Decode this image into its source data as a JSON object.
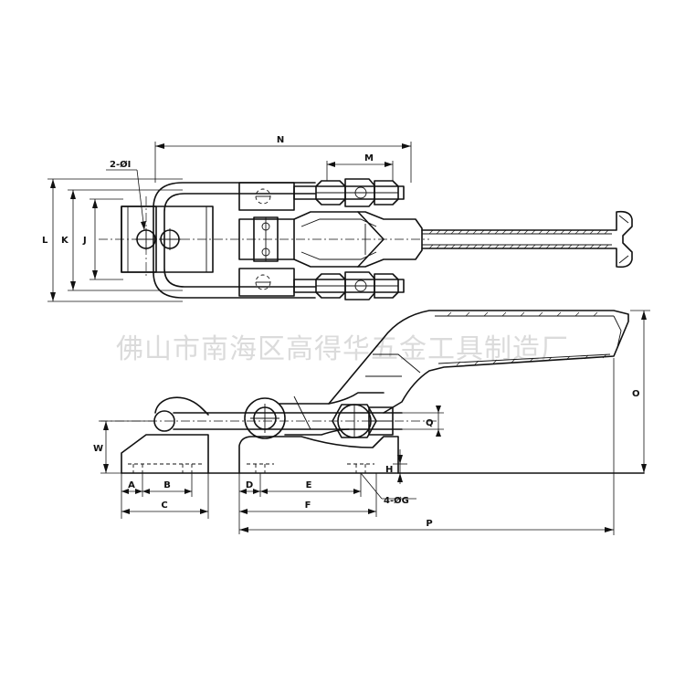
{
  "labels": {
    "N": "N",
    "M": "M",
    "hole_top": "2-ØI",
    "L": "L",
    "K": "K",
    "J": "J",
    "O": "O",
    "Q": "Q",
    "W": "W",
    "H": "H",
    "A": "A",
    "B": "B",
    "C": "C",
    "D": "D",
    "E": "E",
    "F": "F",
    "hole_bottom": "4-ØG",
    "P": "P"
  },
  "watermark": "佛山市南海区高得华五金工具制造厂"
}
